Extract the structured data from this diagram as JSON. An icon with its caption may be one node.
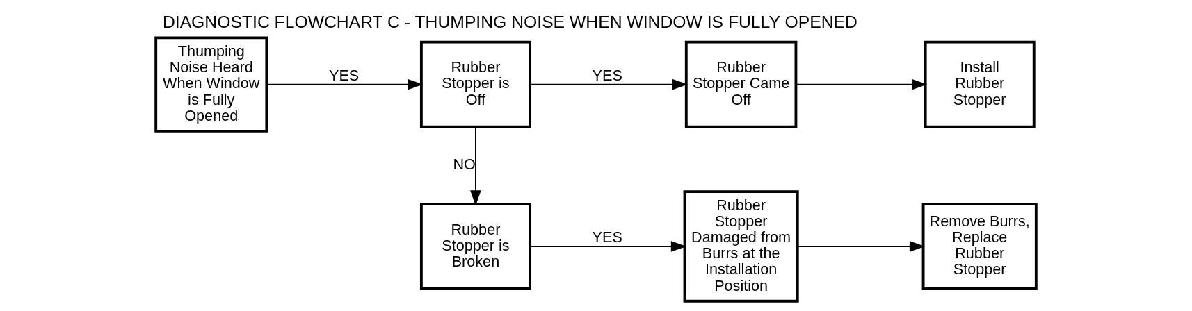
{
  "diagram": {
    "title": "DIAGNOSTIC FLOWCHART C - THUMPING NOISE WHEN WINDOW IS FULLY OPENED",
    "nodes": [
      {
        "text": [
          "Thumping Noise Heard When Window is Fully Opened"
        ]
      },
      {
        "text": [
          "Rubber Stopper is Off"
        ]
      },
      {
        "text": [
          "Rubber Stopper Came Off"
        ]
      },
      {
        "text": [
          "Install Rubber Stopper"
        ]
      },
      {
        "text": [
          "Rubber Stopper is Broken"
        ]
      },
      {
        "text": [
          "Rubber Stopper Damaged from Burrs at the Installation Position"
        ]
      },
      {
        "text": [
          "Remove Burrs, Replace Rubber Stopper"
        ]
      }
    ],
    "edges": [
      {
        "from": 0,
        "to": 1,
        "arrow": "to",
        "label": "YES"
      },
      {
        "from": 1,
        "to": 2,
        "arrow": "to",
        "label": "YES"
      },
      {
        "from": 2,
        "to": 3,
        "arrow": "to"
      },
      {
        "from": 1,
        "to": 4,
        "arrow": "to",
        "label": "NO"
      },
      {
        "from": 4,
        "to": 5,
        "arrow": "to",
        "label": "YES"
      },
      {
        "from": 5,
        "to": 6,
        "arrow": "to"
      }
    ]
  }
}
